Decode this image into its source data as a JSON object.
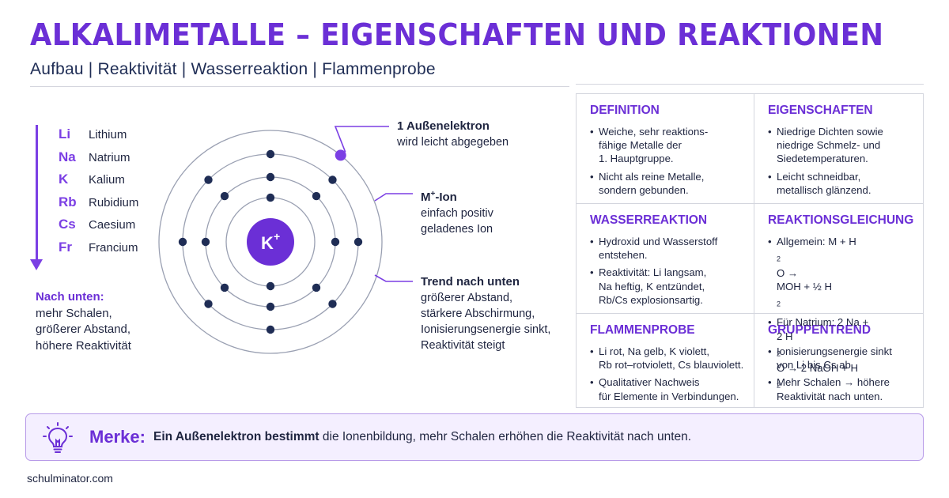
{
  "title": "ALKALIMETALLE – EIGENSCHAFTEN UND REAKTIONEN",
  "subtitle": "Aufbau | Reaktivität | Wasserreaktion | Flammenprobe",
  "elements": [
    {
      "symbol": "Li",
      "name": "Lithium"
    },
    {
      "symbol": "Na",
      "name": "Natrium"
    },
    {
      "symbol": "K",
      "name": "Kalium"
    },
    {
      "symbol": "Rb",
      "name": "Rubidium"
    },
    {
      "symbol": "Cs",
      "name": "Caesium"
    },
    {
      "symbol": "Fr",
      "name": "Francium"
    }
  ],
  "note": {
    "heading": "Nach unten:",
    "lines": [
      "mehr Schalen,",
      "größerer Abstand,",
      "höhere Reaktivität"
    ]
  },
  "atom": {
    "nucleus_label": "K",
    "nucleus_charge": "+",
    "shell_electrons": [
      2,
      8,
      8,
      1
    ],
    "colors": {
      "primary": "#6b2fd6",
      "electron": "#1f2d55",
      "outer_electron": "#7b3fe4",
      "shell": "#9aa0b2"
    }
  },
  "callouts": [
    {
      "title": "1 Außenelektron",
      "lines": [
        "wird leicht abgegeben"
      ]
    },
    {
      "title_main": "M",
      "title_sup": "+",
      "title_rest": "-Ion",
      "lines": [
        "einfach positiv",
        "geladenes Ion"
      ]
    },
    {
      "title": "Trend nach unten",
      "lines": [
        "größerer Abstand,",
        "stärkere Abschirmung,",
        "Ionisierungsenergie sinkt,",
        "Reaktivität steigt"
      ]
    }
  ],
  "cards": {
    "definition": {
      "heading": "DEFINITION",
      "items": [
        [
          "Weiche, sehr reaktions-",
          "fähige Metalle der",
          "1. Hauptgruppe."
        ],
        [
          "Nicht als reine Metalle,",
          "sondern gebunden."
        ]
      ]
    },
    "eigenschaften": {
      "heading": "EIGENSCHAFTEN",
      "items": [
        [
          "Niedrige Dichten sowie",
          "niedrige Schmelz- und",
          "Siedetemperaturen."
        ],
        [
          "Leicht schneidbar,",
          "metallisch glänzend."
        ]
      ]
    },
    "wasserreaktion": {
      "heading": "WASSERREAKTION",
      "items": [
        [
          "Hydroxid und Wasserstoff",
          "entstehen."
        ],
        [
          "Reaktivität: Li langsam,",
          "Na heftig, K entzündet,",
          "Rb/Cs explosionsartig."
        ]
      ]
    },
    "reaktionsgleichung": {
      "heading": "REAKTIONSGLEICHUNG",
      "general": {
        "a": "Allgemein: M + H",
        "a_sub": "2",
        "b": "O →",
        "c": "MOH + ½ H",
        "c_sub": "2"
      },
      "natrium": {
        "a": "Für Natrium: 2 Na +",
        "b": "2 H",
        "b_sub": "2",
        "c": "O → 2 NaOH + H",
        "c_sub": "2"
      }
    },
    "flammenprobe": {
      "heading": "FLAMMENPROBE",
      "items": [
        [
          "Li rot, Na gelb, K violett,",
          "Rb rot–rotviolett, Cs blauviolett."
        ],
        [
          "Qualitativer Nachweis",
          "für Elemente in Verbindungen."
        ]
      ]
    },
    "gruppentrend": {
      "heading": "GRUPPENTREND",
      "items": [
        [
          "Ionisierungsenergie sinkt",
          "von Li bis Cs ab."
        ],
        [
          "Mehr Schalen → höhere",
          "Reaktivität nach unten."
        ]
      ]
    }
  },
  "merke": {
    "label": "Merke:",
    "bold": "Ein Außenelektron bestimmt",
    "rest": " die Ionenbildung, mehr Schalen erhöhen die Reaktivität nach unten.",
    "icon": "lightbulb-icon"
  },
  "footer": "schulminator.com"
}
